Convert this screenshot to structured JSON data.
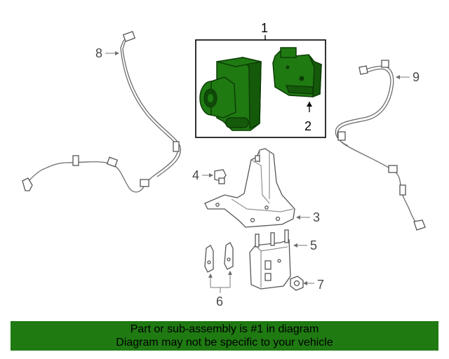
{
  "callouts": {
    "c1": "1",
    "c2": "2",
    "c3": "3",
    "c4": "4",
    "c5": "5",
    "c6": "6",
    "c7": "7",
    "c8": "8",
    "c9": "9"
  },
  "banner": {
    "line1": "Part or sub-assembly is #1 in diagram",
    "line2": "Diagram may not be specific to your vehicle"
  },
  "colors": {
    "highlight": "#1f7a12",
    "banner_bg": "#1f7a12"
  }
}
